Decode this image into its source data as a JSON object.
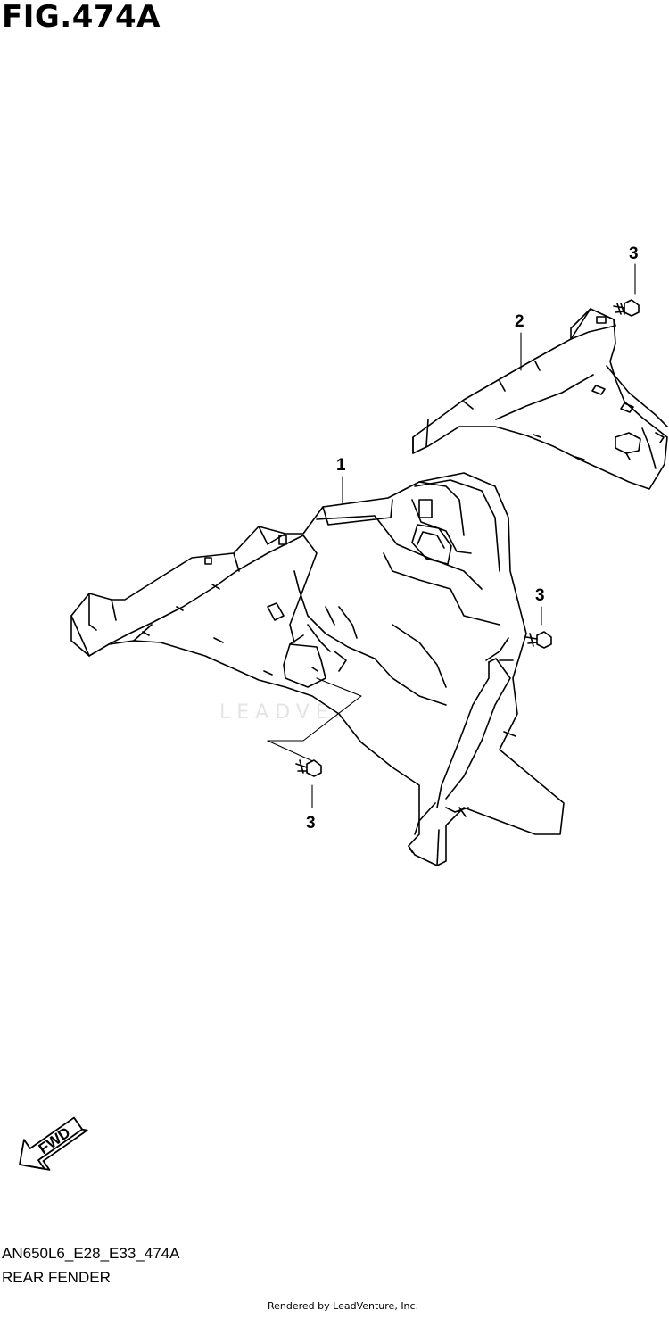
{
  "figure": {
    "title": "FIG.474A",
    "code": "AN650L6_E28_E33_474A",
    "name": "REAR FENDER",
    "credit": "Rendered by LeadVenture, Inc.",
    "watermark": "LEADVENTURE"
  },
  "callouts": [
    {
      "id": "part-1",
      "label": "1"
    },
    {
      "id": "part-2",
      "label": "2"
    },
    {
      "id": "part-3-top",
      "label": "3"
    },
    {
      "id": "part-3-right",
      "label": "3"
    },
    {
      "id": "part-3-bottom",
      "label": "3"
    }
  ],
  "direction_indicator": {
    "label": "FWD",
    "icon": "fwd-arrow-icon"
  },
  "colors": {
    "line": "#000000",
    "background": "#ffffff",
    "watermark": "#e4e4e4"
  }
}
